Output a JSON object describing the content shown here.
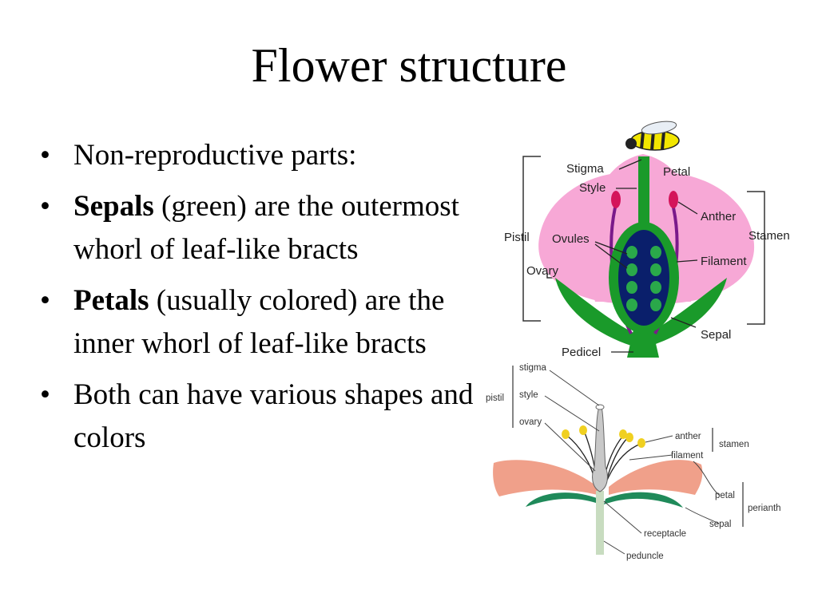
{
  "title": "Flower structure",
  "bullets": [
    {
      "bold": "",
      "text": "Non-reproductive parts:"
    },
    {
      "bold": "Sepals",
      "text": " (green) are the outermost whorl of leaf-like bracts"
    },
    {
      "bold": "Petals",
      "text": " (usually colored) are the inner whorl of leaf-like bracts"
    },
    {
      "bold": "",
      "text": "Both can have various shapes and colors"
    }
  ],
  "diagram_top": {
    "labels": {
      "stigma": "Stigma",
      "style": "Style",
      "petal": "Petal",
      "anther": "Anther",
      "stamen": "Stamen",
      "pistil": "Pistil",
      "ovules": "Ovules",
      "filament": "Filament",
      "ovary": "Ovary",
      "sepal": "Sepal",
      "pedicel": "Pedicel"
    },
    "colors": {
      "petal": "#f7a8d6",
      "green": "#1a9a2a",
      "ovary": "#0a1f6b",
      "ovule": "#2aa84a",
      "anther": "#d4145a",
      "filament": "#7a1a8a"
    }
  },
  "diagram_bottom": {
    "labels": {
      "stigma": "stigma",
      "style": "style",
      "pistil": "pistil",
      "ovary": "ovary",
      "anther": "anther",
      "filament": "filament",
      "stamen": "stamen",
      "petal": "petal",
      "sepal": "sepal",
      "perianth": "perianth",
      "receptacle": "receptacle",
      "peduncle": "peduncle"
    },
    "colors": {
      "petal": "#f0a08a",
      "sepal": "#1f8a5a",
      "stem": "#c8dcc0",
      "pistil": "#c8c8c8",
      "anther": "#f0d020"
    }
  }
}
